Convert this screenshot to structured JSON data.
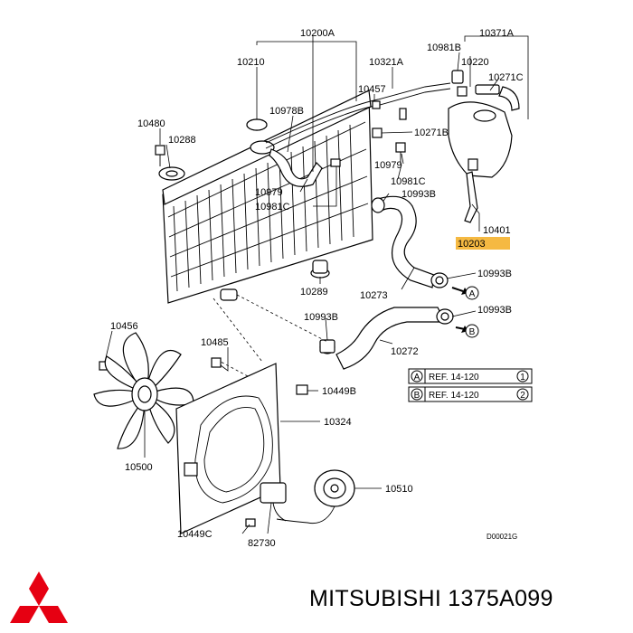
{
  "labels": {
    "p10200A": "10200A",
    "p10371A": "10371A",
    "p10981B_top": "10981B",
    "p10210": "10210",
    "p10321A": "10321A",
    "p10220": "10220",
    "p10271C": "10271C",
    "p10457": "10457",
    "p10978B": "10978B",
    "p10480": "10480",
    "p10288": "10288",
    "p10271B": "10271B",
    "p10979_right": "10979",
    "p10981C_right": "10981C",
    "p10979_left": "10979",
    "p10993B_1": "10993B",
    "p10981C_left": "10981C",
    "p10401": "10401",
    "p10203": "10203",
    "p10993B_2": "10993B",
    "p10289": "10289",
    "p10273": "10273",
    "p10456": "10456",
    "p10993B_3": "10993B",
    "p10993B_4": "10993B",
    "p10272": "10272",
    "p10485": "10485",
    "p10449B": "10449B",
    "p10324": "10324",
    "p10500": "10500",
    "p10510": "10510",
    "p10449C": "10449C",
    "p82730": "82730",
    "diagram_code": "D00021G"
  },
  "refs": {
    "a_letter": "A",
    "a_text": "REF. 14-120",
    "a_num": "1",
    "b_letter": "B",
    "b_text": "REF. 14-120",
    "b_num": "2",
    "arrow_a": "A",
    "arrow_b": "B"
  },
  "highlight_color": "#f5b942",
  "logo_color": "#e60012",
  "brand_text": "MITSUBISHI 1375A099"
}
